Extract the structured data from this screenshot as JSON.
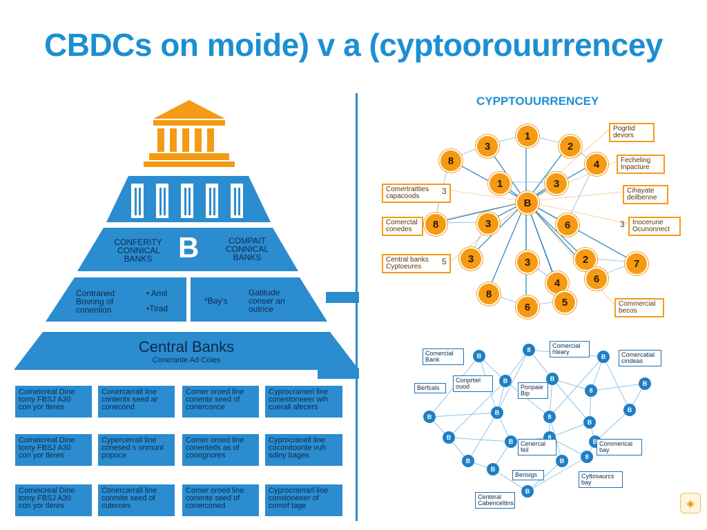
{
  "title": "CBDCs on moide) v a (cyptoorouurrencey",
  "colors": {
    "accent_blue": "#1b8fd2",
    "tier_blue": "#2b8ccf",
    "orange": "#f59a14",
    "node_blue": "#1f7fc4"
  },
  "pyramid": {
    "top_icon": "bank-building-icon",
    "tier2": {
      "left": [
        "CONFERITY",
        "CONNICAL BANKS"
      ],
      "right": [
        "COMPAIT",
        "CONNICAL",
        "BANKS"
      ],
      "icon": "B"
    },
    "tier3": {
      "left": [
        "Contraned",
        "Bovring of",
        "coneniion"
      ],
      "bullets": [
        "• Amil",
        "•Tirad"
      ],
      "mid": "*Bay's",
      "right": [
        "Gatitude",
        "conser an",
        "outrice"
      ]
    },
    "tier4": {
      "title": "Central Banks",
      "subtitle": "Conerante Ad Coies"
    }
  },
  "grid": [
    [
      [
        "Comeicreal Dine",
        "tomy FBSJ A30",
        "con yor tleres"
      ],
      [
        "Conercarrall line",
        "contents seed ar",
        "conecond"
      ],
      [
        "Comer oroed line",
        "conente seed of",
        "conerconce"
      ],
      [
        "Cyprocramerl line",
        "conestoneeer wih",
        "cuerall afecers"
      ]
    ],
    [
      [
        "Comeicreal Dine",
        "tomy FBSJ A30",
        "con yor tleres"
      ],
      [
        "Cypercerrall line",
        "conesed s onmunt",
        "popoce"
      ],
      [
        "Comer oroed line",
        "conenteds as of",
        "conngnores"
      ],
      [
        "Cyprocranell line",
        "coconitoonte vuh",
        "sdiny bages"
      ]
    ],
    [
      [
        "Comeicreal Dine",
        "tomy FBSJ A30",
        "con yor tleres"
      ],
      [
        "Conercarrall line",
        "conmite seed of",
        "cuteroes"
      ],
      [
        "Comer oroed line",
        "conente seed of",
        "conerconed"
      ],
      [
        "Cyprocramarl line",
        "constoneeer of",
        "comof tage"
      ]
    ]
  ],
  "crypto": {
    "title": "CYPPTOUURRENCEY",
    "hub": "B",
    "nodes": [
      "1",
      "2",
      "3",
      "8",
      "4",
      "1",
      "3",
      "8",
      "3",
      "6",
      "3",
      "3",
      "2",
      "7",
      "4",
      "6",
      "8",
      "6",
      "5"
    ],
    "labels": [
      [
        "Pogrtid",
        "devors"
      ],
      [
        "Fecheling",
        "Inpacture"
      ],
      [
        "Comertraitties",
        "capacoods"
      ],
      [
        "Cihayate",
        "deilbenne"
      ],
      [
        "Comerctal",
        "conedes"
      ],
      [
        "Inocerune",
        "Ocunonnect"
      ],
      [
        "Central banks",
        "Cyptoeures"
      ],
      [
        "Commercial",
        "becos"
      ]
    ],
    "label_badges": [
      "3",
      "3",
      "5"
    ]
  },
  "network": {
    "nodes": [
      "B",
      "8",
      "B",
      "B",
      "B",
      "8",
      "B",
      "B",
      "B",
      "8",
      "B",
      "B",
      "B",
      "B",
      "B",
      "B",
      "B",
      "B",
      "8",
      "8",
      "B"
    ],
    "labels": [
      [
        "Comercial",
        "Bank"
      ],
      [
        "Comercial",
        "hleary"
      ],
      [
        "Comercatial",
        "cirideas"
      ],
      [
        "Conprtiel",
        "ouod"
      ],
      [
        "Ponpaie",
        "Bip"
      ],
      [
        "Berfcals"
      ],
      [
        "Cenercal",
        "feil"
      ],
      [
        "Commerical",
        "bay"
      ],
      [
        "Berisigs"
      ],
      [
        "Cyttosaurcs",
        "bay"
      ],
      [
        "Centeral",
        "Cabenceltins"
      ]
    ]
  }
}
